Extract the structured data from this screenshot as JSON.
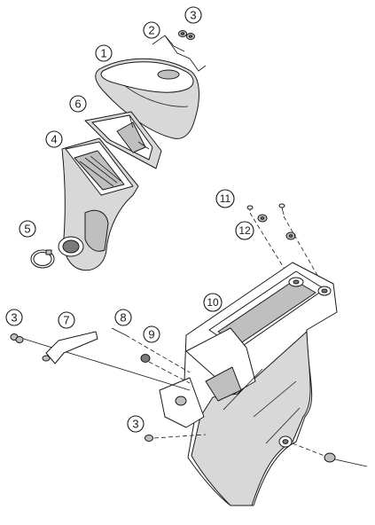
{
  "callouts": [
    {
      "id": "c1",
      "label": "1"
    },
    {
      "id": "c2",
      "label": "2"
    },
    {
      "id": "c3a",
      "label": "3"
    },
    {
      "id": "c4",
      "label": "4"
    },
    {
      "id": "c5",
      "label": "5"
    },
    {
      "id": "c6",
      "label": "6"
    },
    {
      "id": "c3b",
      "label": "3"
    },
    {
      "id": "c7",
      "label": "7"
    },
    {
      "id": "c8",
      "label": "8"
    },
    {
      "id": "c9",
      "label": "9"
    },
    {
      "id": "c10",
      "label": "10"
    },
    {
      "id": "c11",
      "label": "11"
    },
    {
      "id": "c12",
      "label": "12"
    },
    {
      "id": "c3c",
      "label": "3"
    }
  ]
}
